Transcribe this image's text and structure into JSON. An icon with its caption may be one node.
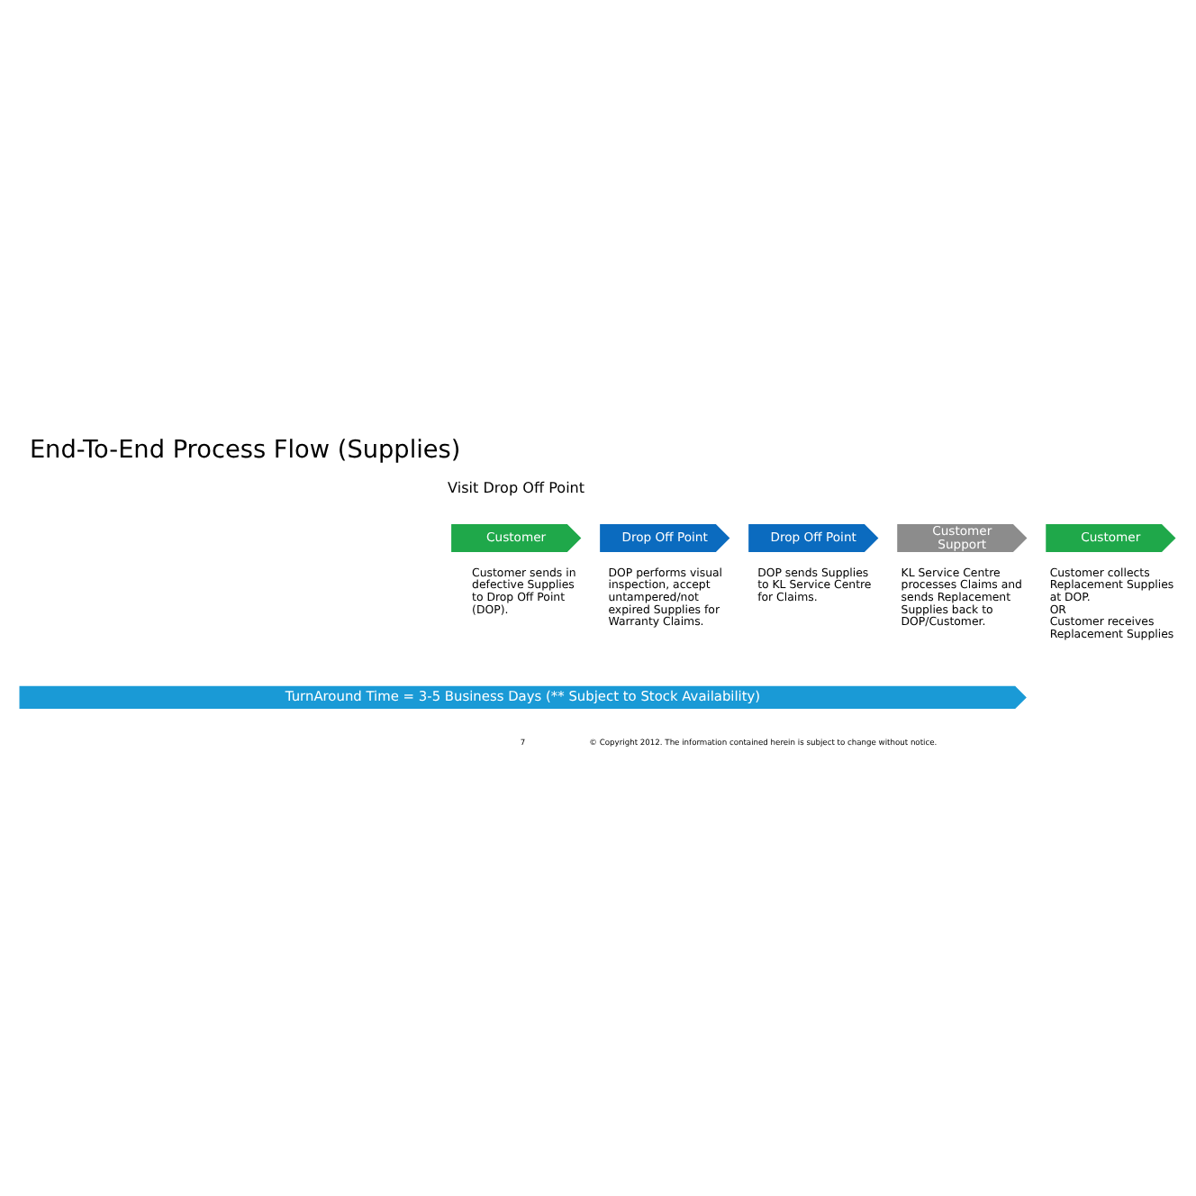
{
  "diagram": {
    "title": "End-To-End Process Flow (Supplies)",
    "nodes": [
      {
        "text": [
          "Customer"
        ],
        "beside": [
          "Customer sends in defective Supplies to Drop Off Point (DOP)."
        ]
      },
      {
        "text": [
          "Drop Off Point"
        ],
        "beside": [
          "DOP performs visual inspection, accept untampered/not expired Supplies for Warranty Claims."
        ]
      },
      {
        "text": [
          "Drop Off Point"
        ],
        "beside": [
          "DOP sends Supplies to KL Service Centre for Claims."
        ]
      },
      {
        "text": [
          "Customer Support"
        ],
        "beside": [
          "KL Service Centre processes Claims and sends Replacement Supplies back to DOP/Customer."
        ]
      },
      {
        "text": [
          "Customer"
        ],
        "beside": [
          "Customer collects Replacement Supplies at DOP.",
          "OR",
          "Customer receives Replacement Supplies"
        ]
      },
      {
        "text": [
          "TurnAround Time = 3-5 Business Days (** Subject to Stock Availability)"
        ]
      }
    ],
    "edges": [],
    "labels": [
      "Visit Drop Off Point",
      "7",
      "© Copyright 2012. The information contained herein is subject to change without notice."
    ]
  }
}
